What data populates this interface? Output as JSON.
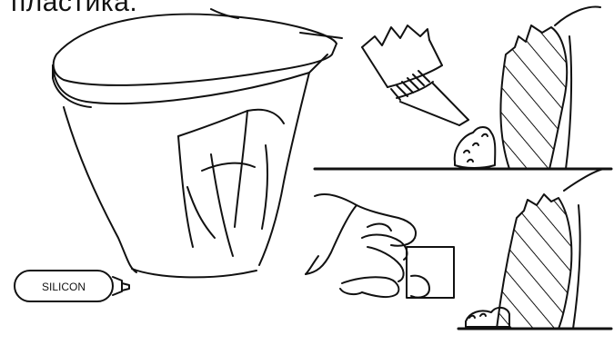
{
  "caption": {
    "visible_text": "пластика."
  },
  "illustration": {
    "tube_label": "SILICON",
    "icons": [
      "toilet-bowl-illustration",
      "silicone-tube-icon",
      "sealant-nozzle-icon",
      "hand-with-scraper-icon",
      "wall-section-hatched"
    ],
    "line_color": "#111111",
    "background_color": "#ffffff"
  }
}
